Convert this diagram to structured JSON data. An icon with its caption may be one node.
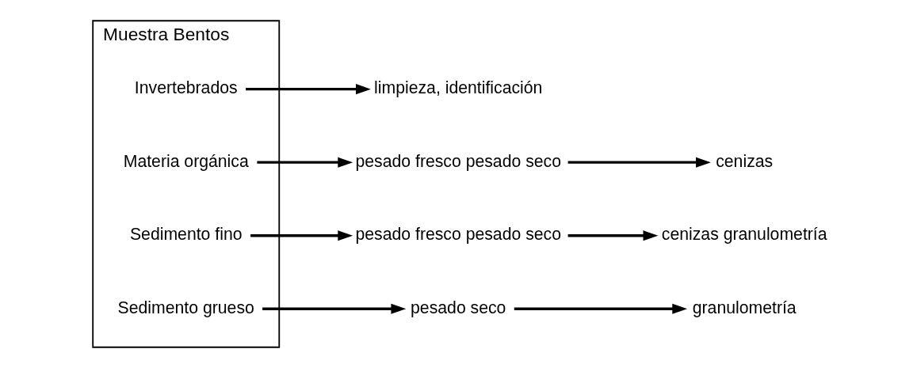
{
  "diagram": {
    "nodes": [
      {
        "text": [
          "Muestra Bentos"
        ]
      },
      {
        "text": [
          "Invertebrados"
        ],
        "in": 0
      },
      {
        "text": [
          "Materia orgánica"
        ],
        "in": 0
      },
      {
        "text": [
          "Sedimento fino"
        ],
        "in": 0
      },
      {
        "text": [
          "Sedimento grueso"
        ],
        "in": 0
      },
      {
        "text": [
          "limpieza, identificación"
        ]
      },
      {
        "text": [
          "pesado fresco pesado seco"
        ]
      },
      {
        "text": [
          "pesado fresco pesado seco"
        ]
      },
      {
        "text": [
          "pesado seco"
        ]
      },
      {
        "text": [
          "cenizas"
        ]
      },
      {
        "text": [
          "cenizas granulometría"
        ]
      },
      {
        "text": [
          "granulometría"
        ]
      }
    ],
    "edges": [
      {
        "from": 1,
        "to": 5,
        "arrow": "to"
      },
      {
        "from": 2,
        "to": 6,
        "arrow": "to"
      },
      {
        "from": 3,
        "to": 7,
        "arrow": "to"
      },
      {
        "from": 4,
        "to": 8,
        "arrow": "to"
      },
      {
        "from": 6,
        "to": 9,
        "arrow": "to"
      },
      {
        "from": 7,
        "to": 10,
        "arrow": "to"
      },
      {
        "from": 8,
        "to": 11,
        "arrow": "to"
      }
    ]
  }
}
